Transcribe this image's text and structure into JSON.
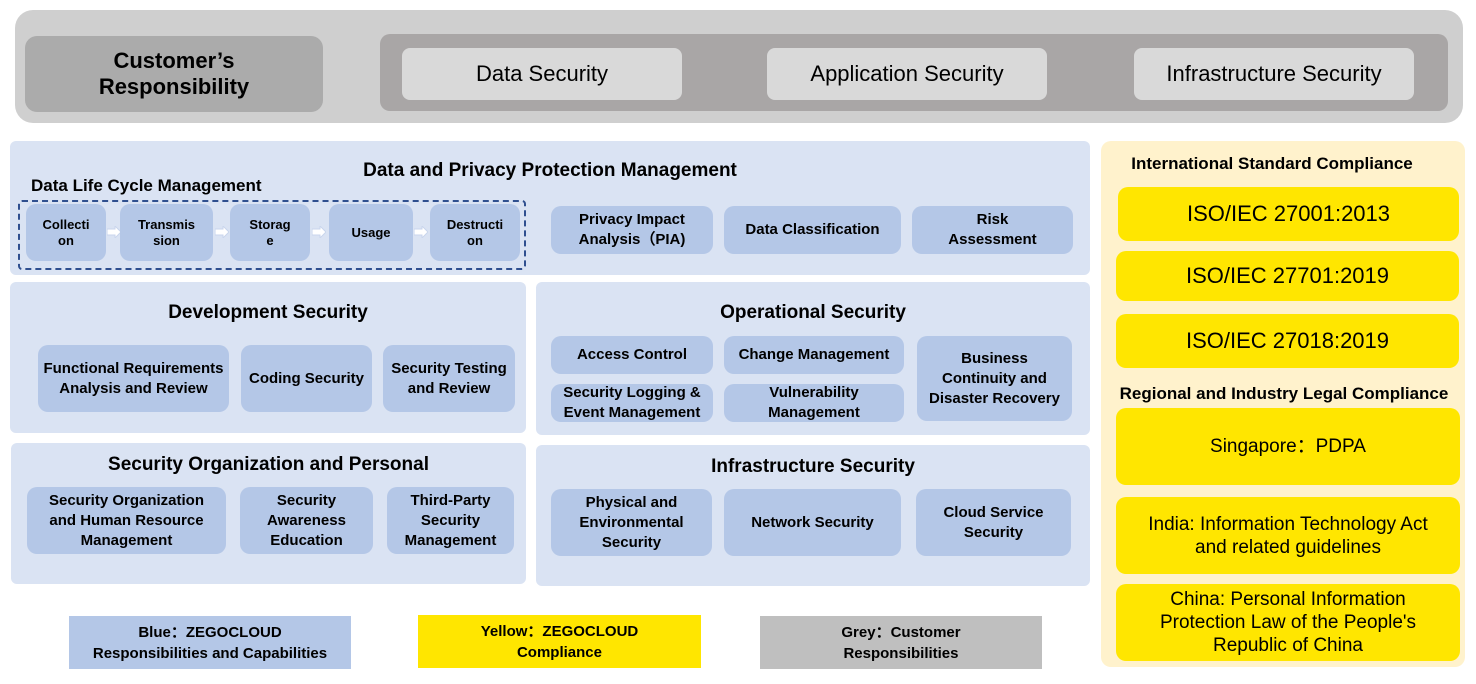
{
  "customer": {
    "title": "Customer’s\nResponsibility",
    "items": [
      "Data Security",
      "Application Security",
      "Infrastructure Security"
    ]
  },
  "data_privacy": {
    "title": "Data and Privacy Protection Management",
    "dlc_title": "Data Life Cycle Management",
    "stages": [
      "Collecti\non",
      "Transmis\nsion",
      "Storag\ne",
      "Usage",
      "Destructi\non"
    ],
    "items": [
      "Privacy Impact\nAnalysis（PIA)",
      "Data Classification",
      "Risk\nAssessment"
    ]
  },
  "development": {
    "title": "Development Security",
    "items": [
      "Functional Requirements\nAnalysis and Review",
      "Coding Security",
      "Security Testing\nand Review"
    ]
  },
  "operational": {
    "title": "Operational Security",
    "items": [
      "Access Control",
      "Change Management",
      "Business\nContinuity and\nDisaster Recovery",
      "Security Logging &\nEvent Management",
      "Vulnerability\nManagement"
    ]
  },
  "organization": {
    "title": "Security Organization and Personal",
    "items": [
      "Security Organization\nand Human Resource\nManagement",
      "Security\nAwareness\nEducation",
      "Third-Party\nSecurity\nManagement"
    ]
  },
  "infrastructure": {
    "title": "Infrastructure Security",
    "items": [
      "Physical and\nEnvironmental\nSecurity",
      "Network Security",
      "Cloud Service\nSecurity"
    ]
  },
  "compliance": {
    "intl_title": "International Standard Compliance",
    "intl": [
      "ISO/IEC 27001:2013",
      "ISO/IEC 27701:2019",
      "ISO/IEC 27018:2019"
    ],
    "regional_title": "Regional and Industry Legal Compliance",
    "regional": [
      "Singapore：PDPA",
      "India: Information Technology Act\nand related guidelines",
      "China: Personal Information\nProtection Law of the People's\nRepublic of China"
    ]
  },
  "legend": {
    "blue": "Blue：ZEGOCLOUD\nResponsibilities and Capabilities",
    "yellow": "Yellow：ZEGOCLOUD\nCompliance",
    "grey": "Grey：Customer\nResponsibilities"
  },
  "colors": {
    "blue_panel": "#dae3f3",
    "blue_box": "#b4c7e7",
    "yellow_box": "#ffe600",
    "yellow_panel": "#fff2cc",
    "grey_band": "#cfcfcf",
    "grey_box": "#ababab"
  }
}
